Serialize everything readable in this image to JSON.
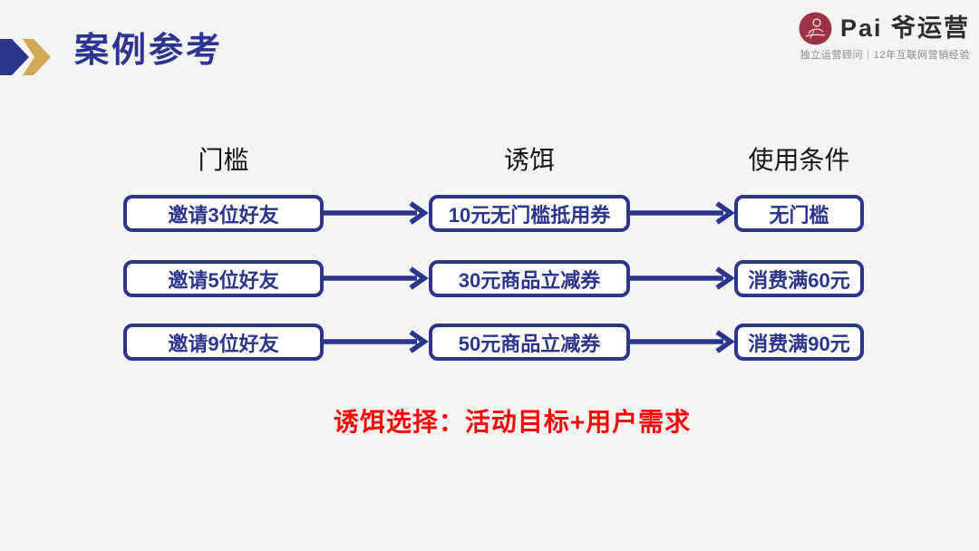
{
  "slide": {
    "title": "案例参考"
  },
  "logo": {
    "brand": "Pai 爷运营",
    "tagline": "独立运营顾问｜12年互联网营销经验",
    "seal_icon": "red-seal-figure-icon",
    "seal_color": "#9e3345"
  },
  "diagram": {
    "columns": [
      {
        "header": "门槛"
      },
      {
        "header": "诱饵"
      },
      {
        "header": "使用条件"
      }
    ],
    "rows": [
      {
        "threshold": "邀请3位好友",
        "bait": "10元无门槛抵用券",
        "condition": "无门槛"
      },
      {
        "threshold": "邀请5位好友",
        "bait": "30元商品立减券",
        "condition": "消费满60元"
      },
      {
        "threshold": "邀请9位好友",
        "bait": "50元商品立减券",
        "condition": "消费满90元"
      }
    ]
  },
  "note": {
    "text": "诱饵选择：活动目标+用户需求",
    "color": "#fb0505"
  },
  "colors": {
    "navy": "#2b3589",
    "title_navy": "#2b3590",
    "gold": "#d2a855",
    "background": "#f4f4f3",
    "header_text": "#161616"
  }
}
